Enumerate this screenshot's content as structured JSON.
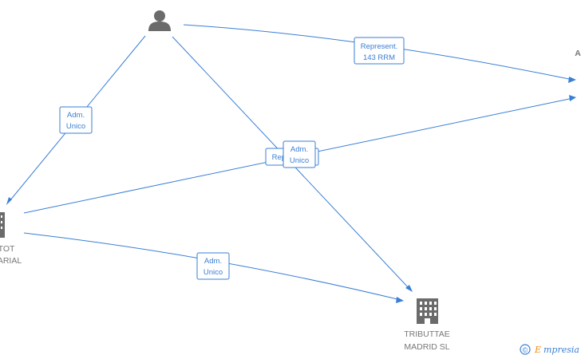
{
  "nodes": {
    "person": {
      "label": ""
    },
    "company_left": {
      "label_line1": "TOT",
      "label_line2": "ARIAL"
    },
    "company_right": {
      "label_line1": "A"
    },
    "company_tributtae": {
      "label_line1": "TRIBUTTAE",
      "label_line2": "MADRID  SL"
    }
  },
  "edges": {
    "person_to_left": {
      "line1": "Adm.",
      "line2": "Unico"
    },
    "person_to_right": {
      "line1": "Represent.",
      "line2": "143 RRM"
    },
    "person_to_tributtae": {
      "line1": "Repr.",
      "line2": ""
    },
    "left_to_right": {
      "line1": "Adm.",
      "line2": "Unico"
    },
    "left_to_tributtae": {
      "line1": "Adm.",
      "line2": "Unico"
    }
  },
  "watermark": {
    "copyright": "©",
    "brand_initial": "E",
    "brand_rest": "mpresia"
  },
  "colors": {
    "edge": "#3a7fd5",
    "icon": "#6b6b6b",
    "label": "#777777",
    "brand_orange": "#f08c1e"
  }
}
